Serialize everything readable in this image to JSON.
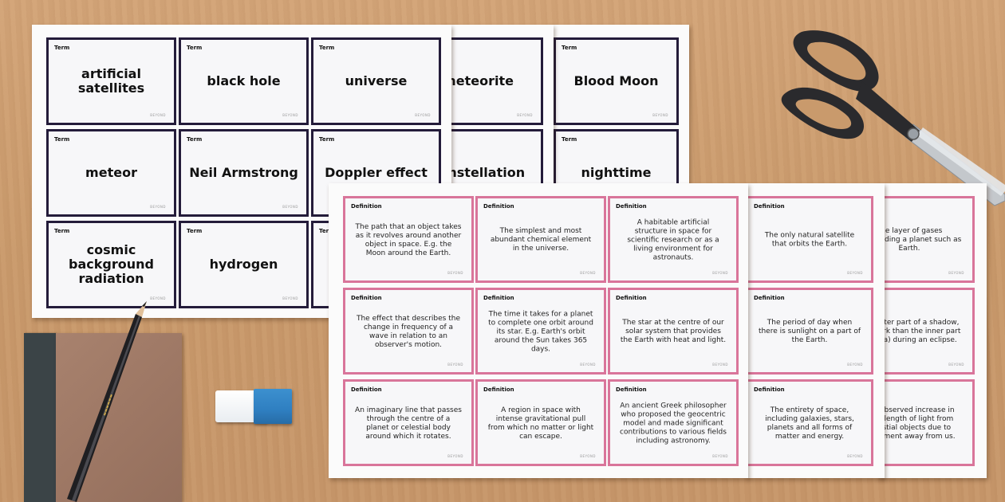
{
  "term_tag": "Term",
  "definition_tag": "Definition",
  "brand_mark": "BEYOND",
  "term_cards": [
    "artificial satellites",
    "black hole",
    "universe",
    "meteorite",
    "Blood Moon",
    "meteor",
    "Neil Armstrong",
    "Doppler effect",
    "constellation",
    "nighttime",
    "cosmic background radiation",
    "hydrogen"
  ],
  "definition_cards": [
    "The path that an object takes as it revolves around another object in space. E.g. the Moon around the Earth.",
    "The simplest and most abundant chemical element in the universe.",
    "A habitable artificial structure in space for scientific research or as a living environment for astronauts.",
    "The only natural satellite that orbits the Earth.",
    "The layer of gases surrounding a planet such as Earth.",
    "The effect that describes the change in frequency of a wave in relation to an observer's motion.",
    "The time it takes for a planet to complete one orbit around its star. E.g. Earth's orbit around the Sun takes 365 days.",
    "The star at the centre of our solar system that provides the Earth with heat and light.",
    "The period of day when there is sunlight on a part of the Earth.",
    "The outer part of a shadow, less dark than the inner part (umbra) during an eclipse.",
    "An imaginary line that passes through the centre of a planet or celestial body around which it rotates.",
    "A region in space with intense gravitational pull from which no matter or light can escape.",
    "An ancient Greek philosopher who proposed the geocentric model and made significant contributions to various fields including astronomy.",
    "The entirety of space, including galaxies, stars, planets and all forms of matter and energy.",
    "The observed increase in wavelength of light from celestial objects due to movement away from us."
  ],
  "colors": {
    "table": "#c99a6c",
    "term_border": "#241c3a",
    "definition_border": "#d9759a",
    "eraser_blue": "#2f7fc1"
  }
}
